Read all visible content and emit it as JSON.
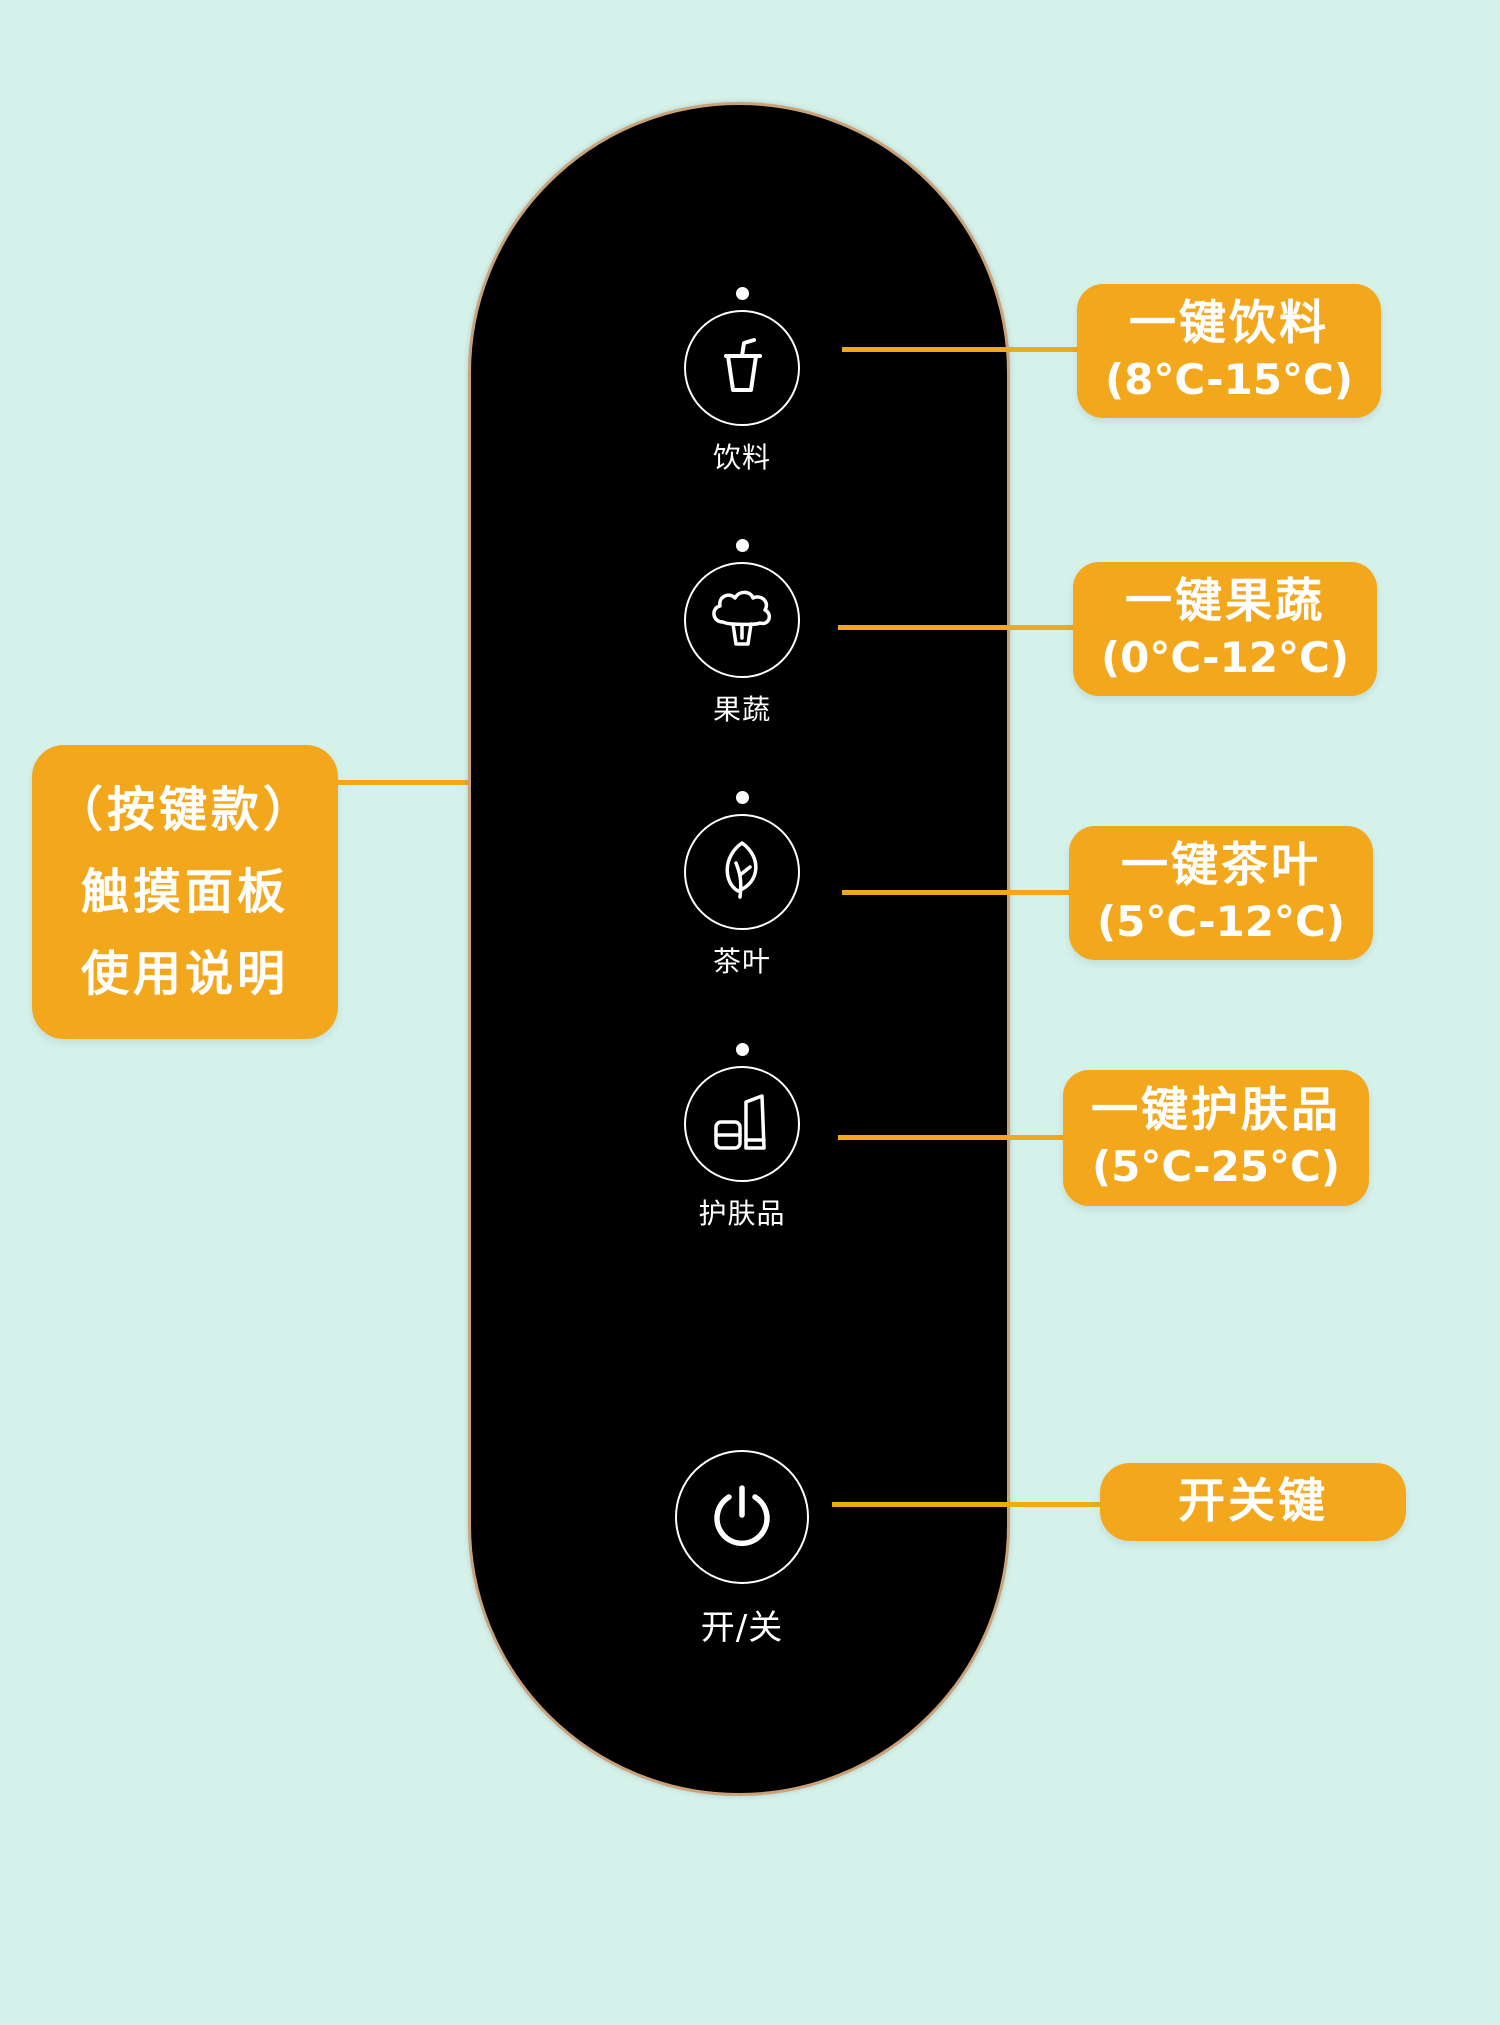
{
  "intro": {
    "line1": "（按键款）",
    "line2": "触摸面板",
    "line3": "使用说明"
  },
  "buttons": [
    {
      "label": "饮料",
      "icon": "drink-cup-icon"
    },
    {
      "label": "果蔬",
      "icon": "vegetable-broccoli-icon"
    },
    {
      "label": "茶叶",
      "icon": "tea-leaf-icon"
    },
    {
      "label": "护肤品",
      "icon": "skincare-bottle-icon"
    },
    {
      "label": "开/关",
      "icon": "power-icon"
    }
  ],
  "callouts": [
    {
      "title": "一键饮料",
      "range": "(8°C-15°C)"
    },
    {
      "title": "一键果蔬",
      "range": "(0°C-12°C)"
    },
    {
      "title": "一键茶叶",
      "range": "(5°C-12°C)"
    },
    {
      "title": "一键护肤品",
      "range": "(5°C-25°C)"
    },
    {
      "title": "开关键"
    }
  ],
  "colors": {
    "background": "#d4f1ea",
    "panel": "#000000",
    "accent": "#f3a71c",
    "panel_border": "#c9a27a"
  }
}
